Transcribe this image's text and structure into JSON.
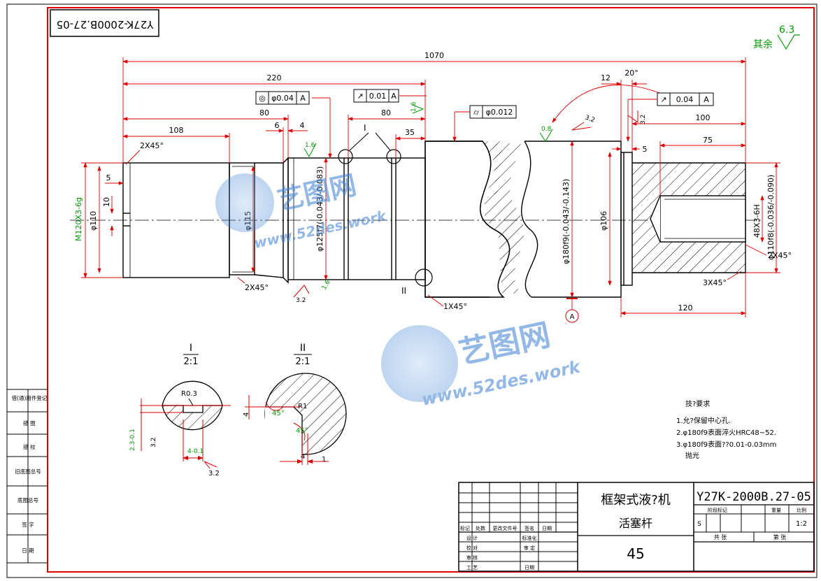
{
  "drawing": {
    "code_rotated": "Y27K-2000B.27-05",
    "roughness_default": {
      "prefix": "其余",
      "value": "6.3"
    }
  },
  "dimensions": {
    "d1070": "1070",
    "d220": "220",
    "d80a": "80",
    "d80b": "80",
    "d108": "108",
    "d35": "35",
    "d6": "6",
    "d4": "4",
    "d12": "12",
    "d100": "100",
    "d75": "75",
    "d5a": "5",
    "d5b": "5",
    "d10": "10",
    "d120": "120",
    "angle20": "20°",
    "thread_left": "M120X3-6g",
    "dia110_left": "φ110",
    "dia115": "φ115",
    "dia125": "φ125f7(-0.043/-0.083)",
    "dia180": "φ180f9(-0.043/-0.143)",
    "dia106": "φ106",
    "thread_right": "48X3-6H",
    "dia110_right": "φ110f8(-0.036/-0.090)",
    "ch_2x45_a": "2X45°",
    "ch_2x45_b": "2X45°",
    "ch_2x45_c": "2X45°",
    "ch_1x45": "1X45°",
    "ch_3x45": "3X45°"
  },
  "roughness": {
    "r16a": "1.6",
    "r16b": "1.6",
    "r08": "0.8",
    "r32a": "3.2",
    "r32b": "3.2",
    "r32c": "3.2",
    "r32d": "3.2",
    "r32e": "3.2",
    "r16c": "1.6"
  },
  "tolerance_frames": {
    "coax": {
      "symbol": "◎",
      "value": "φ0.04",
      "datum": "A"
    },
    "runout1": {
      "symbol": "↗",
      "value": "0.01",
      "datum": "A"
    },
    "cyl": {
      "symbol": "⌭",
      "value": "φ0.012"
    },
    "runout2": {
      "symbol": "↗",
      "value": "0.04",
      "datum": "A"
    }
  },
  "labels": {
    "detail1": "I",
    "detail2": "II",
    "datumA": "A"
  },
  "details": {
    "d1_title": "I",
    "d1_scale": "2:1",
    "d1_radius": "R0.3",
    "d1_dim_h": "2.3-0.1",
    "d1_dim_w": "4-0.1",
    "d1_r32": "3.2",
    "d1_r32b": "3.2",
    "d2_title": "II",
    "d2_scale": "2:1",
    "d2_r1": "R1",
    "d2_angle": "45°",
    "d2_angle2": "45°",
    "d2_dim4a": "4",
    "d2_dim4b": "4",
    "d2_dim1": "1"
  },
  "tech_req": {
    "title": "技?要求",
    "items": [
      "1.允?保留中心孔.",
      "2.φ180f9表面淬火HRC48~52.",
      "3.φ180f9表面??0.01-0.03mm",
      "抛光"
    ]
  },
  "title_block": {
    "machine": "框架式液?机",
    "part": "活塞杆",
    "material": "45",
    "code": "Y27K-2000B.27-05",
    "stage_label": "阶段标记",
    "weight_label": "重量",
    "scale_label": "比例",
    "stage": "S",
    "scale": "1:2",
    "sheet_total": "共  张",
    "sheet_no": "第  张",
    "rev_cols": [
      "标记",
      "处数",
      "更改文件号",
      "签名",
      "日期"
    ],
    "rows": [
      {
        "left": "设  计",
        "right": "标准化"
      },
      {
        "left": "校  对",
        "right": "审  定"
      },
      {
        "left": "审  核",
        "right": ""
      },
      {
        "left": "工  艺",
        "right": "日期"
      }
    ]
  },
  "side_labels": [
    "借(通)用件登记",
    "描  图",
    "描  校",
    "旧底图总号",
    "底图总号",
    "签  字",
    "日  期"
  ],
  "watermark": {
    "brand": "艺图网",
    "url": "www.52des.work"
  }
}
